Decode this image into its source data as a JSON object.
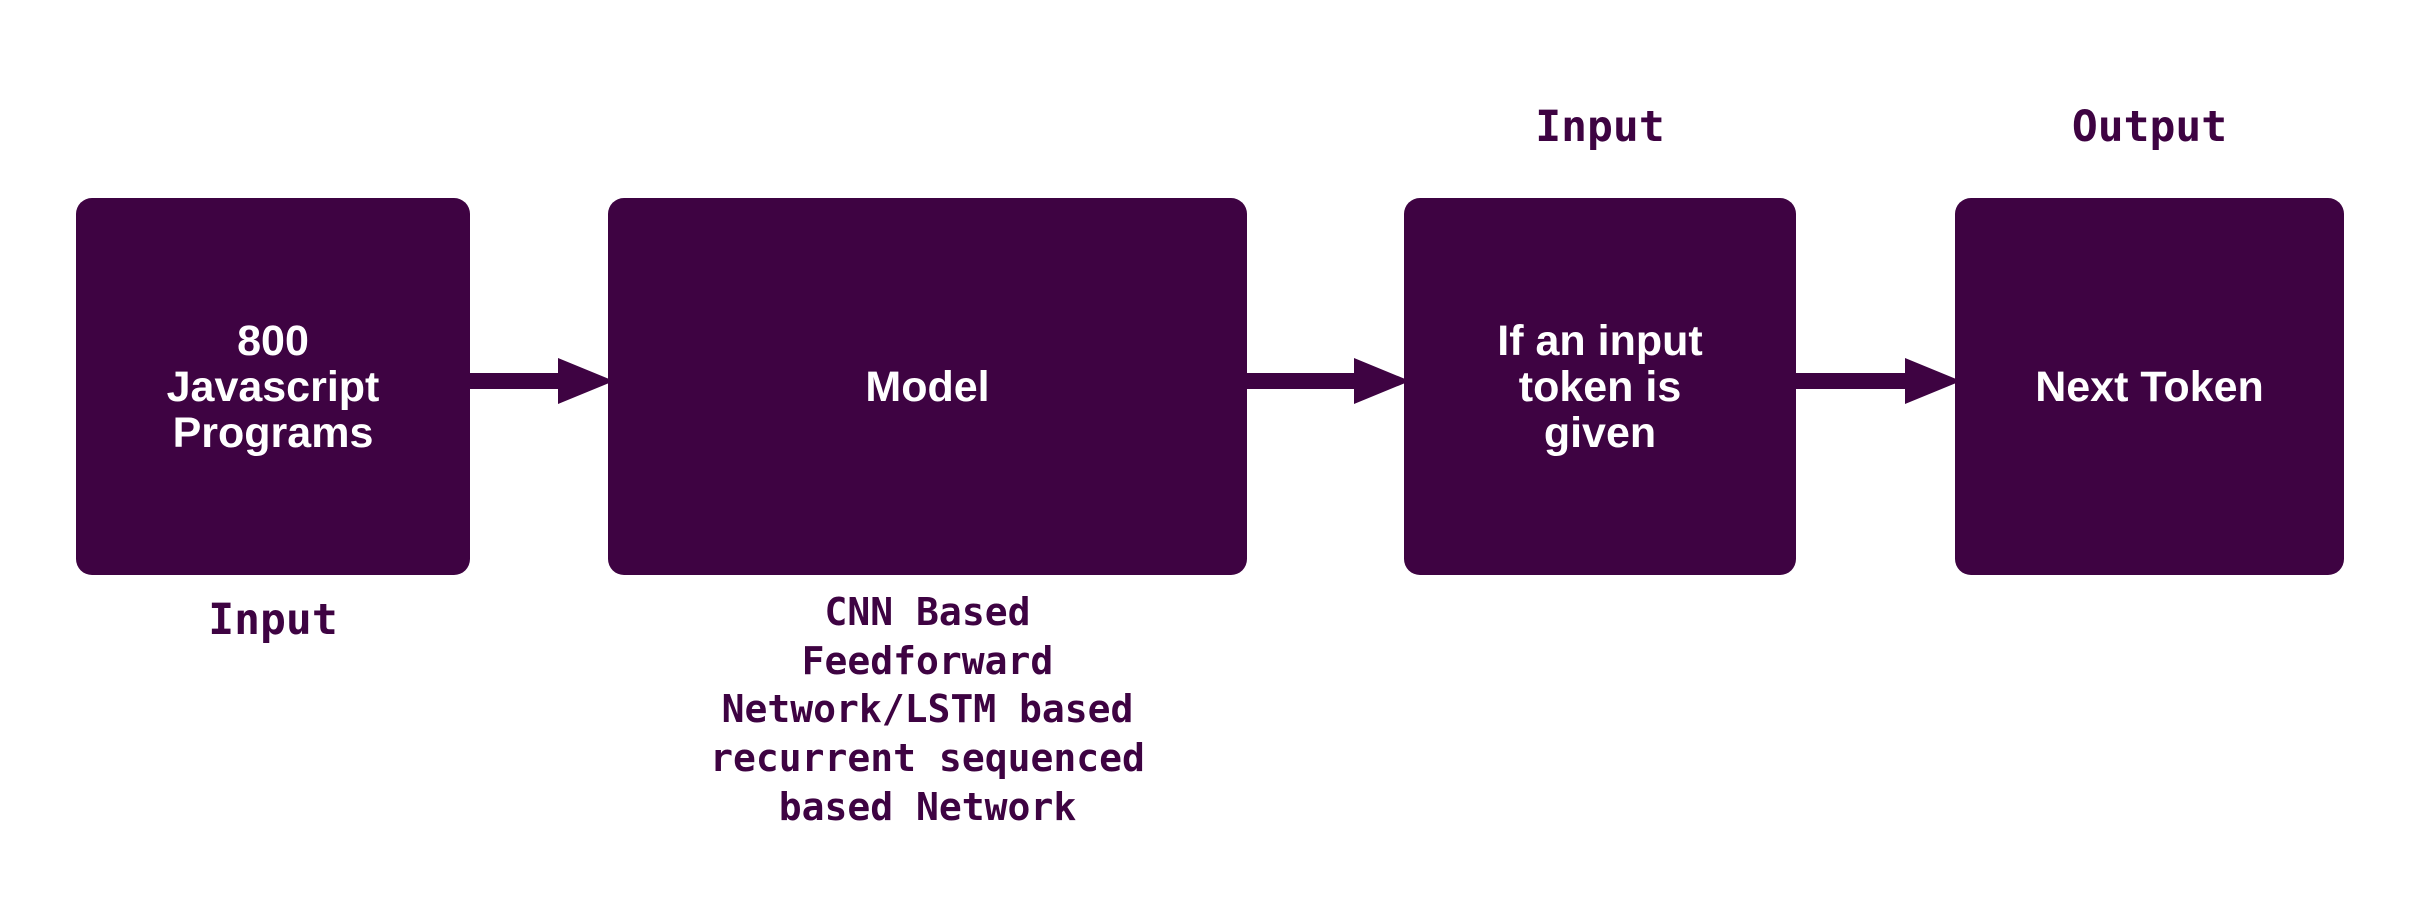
{
  "diagram": {
    "title": "Model pipeline flow diagram",
    "background_color": "#FFFFFF",
    "node_fill_color": "#3E0342",
    "node_text_color": "#FFFFFF",
    "annotation_color": "#3E0342",
    "nodes": [
      {
        "id": "dataset",
        "label": "800\nJavascript\nPrograms",
        "annotation_below": "Input"
      },
      {
        "id": "model",
        "label": "Model",
        "annotation_below": "CNN Based\nFeedforward\nNetwork/LSTM based\nrecurrent sequenced\nbased Network"
      },
      {
        "id": "token",
        "label": "If an input\ntoken is\ngiven",
        "annotation_above": "Input"
      },
      {
        "id": "output",
        "label": "Next Token",
        "annotation_above": "Output"
      }
    ],
    "arrows": [
      {
        "id": "arrow-1",
        "from": "dataset",
        "to": "model",
        "direction": "right"
      },
      {
        "id": "arrow-2",
        "from": "model",
        "to": "token",
        "direction": "right"
      },
      {
        "id": "arrow-3",
        "from": "token",
        "to": "output",
        "direction": "right"
      }
    ]
  }
}
